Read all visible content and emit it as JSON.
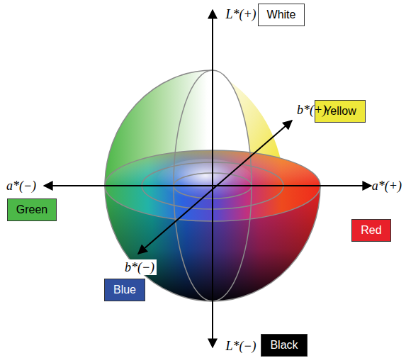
{
  "diagram": {
    "nodes": [
      {
        "text": [
          "White"
        ]
      },
      {
        "text": [
          "Yellow"
        ]
      },
      {
        "text": [
          "Green"
        ]
      },
      {
        "text": [
          "Red"
        ]
      },
      {
        "text": [
          "Blue"
        ]
      },
      {
        "text": [
          "Black"
        ]
      }
    ],
    "labels": [
      "L*(+)",
      "b*(+)",
      "a*(−)",
      "a*(+)",
      "b*(−)",
      "L*(−)"
    ]
  }
}
